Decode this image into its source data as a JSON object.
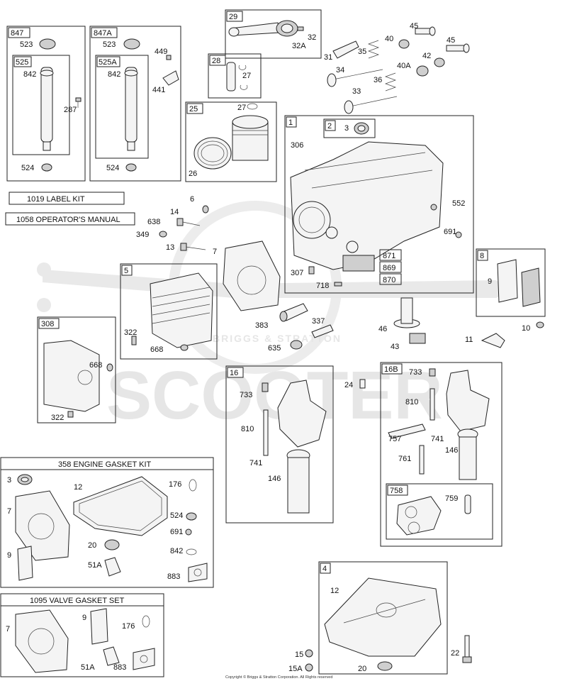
{
  "watermark": {
    "main": "SCOOTER",
    "sub": "BRIGGS & STRATTON"
  },
  "copyright": "Copyright © Briggs & Stratton Corporation. All Rights reserved",
  "groups": [
    {
      "id": "847",
      "label": "847"
    },
    {
      "id": "847A",
      "label": "847A"
    },
    {
      "id": "525",
      "label": "525"
    },
    {
      "id": "525A",
      "label": "525A"
    },
    {
      "id": "29",
      "label": "29"
    },
    {
      "id": "28",
      "label": "28"
    },
    {
      "id": "25",
      "label": "25"
    },
    {
      "id": "1",
      "label": "1"
    },
    {
      "id": "2",
      "label": "2"
    },
    {
      "id": "5",
      "label": "5"
    },
    {
      "id": "8",
      "label": "8"
    },
    {
      "id": "308",
      "label": "308"
    },
    {
      "id": "16",
      "label": "16"
    },
    {
      "id": "16B",
      "label": "16B"
    },
    {
      "id": "758",
      "label": "758"
    },
    {
      "id": "4",
      "label": "4"
    }
  ],
  "kits": [
    {
      "id": "1019",
      "title": "1019 LABEL KIT"
    },
    {
      "id": "1058",
      "title": "1058 OPERATOR'S MANUAL"
    },
    {
      "id": "358",
      "title": "358 ENGINE GASKET KIT"
    },
    {
      "id": "1095",
      "title": "1095 VALVE GASKET SET"
    }
  ],
  "callouts": [
    {
      "id": "c523a",
      "text": "523"
    },
    {
      "id": "c842a",
      "text": "842"
    },
    {
      "id": "c287",
      "text": "287"
    },
    {
      "id": "c524a",
      "text": "524"
    },
    {
      "id": "c523b",
      "text": "523"
    },
    {
      "id": "c449",
      "text": "449"
    },
    {
      "id": "c842b",
      "text": "842"
    },
    {
      "id": "c441",
      "text": "441"
    },
    {
      "id": "c524b",
      "text": "524"
    },
    {
      "id": "c32",
      "text": "32"
    },
    {
      "id": "c32A",
      "text": "32A"
    },
    {
      "id": "c27a",
      "text": "27"
    },
    {
      "id": "c27b",
      "text": "27"
    },
    {
      "id": "c26",
      "text": "26"
    },
    {
      "id": "c45a",
      "text": "45"
    },
    {
      "id": "c40",
      "text": "40"
    },
    {
      "id": "c45b",
      "text": "45"
    },
    {
      "id": "c31",
      "text": "31"
    },
    {
      "id": "c35",
      "text": "35"
    },
    {
      "id": "c42",
      "text": "42"
    },
    {
      "id": "c34",
      "text": "34"
    },
    {
      "id": "c40A",
      "text": "40A"
    },
    {
      "id": "c36",
      "text": "36"
    },
    {
      "id": "c33",
      "text": "33"
    },
    {
      "id": "c3a",
      "text": "3"
    },
    {
      "id": "c306",
      "text": "306"
    },
    {
      "id": "c552",
      "text": "552"
    },
    {
      "id": "c691a",
      "text": "691"
    },
    {
      "id": "c871",
      "text": "871"
    },
    {
      "id": "c869",
      "text": "869"
    },
    {
      "id": "c870",
      "text": "870"
    },
    {
      "id": "c307",
      "text": "307"
    },
    {
      "id": "c718",
      "text": "718"
    },
    {
      "id": "c6",
      "text": "6"
    },
    {
      "id": "c14",
      "text": "14"
    },
    {
      "id": "c638",
      "text": "638"
    },
    {
      "id": "c349",
      "text": "349"
    },
    {
      "id": "c13",
      "text": "13"
    },
    {
      "id": "c7a",
      "text": "7"
    },
    {
      "id": "c9a",
      "text": "9"
    },
    {
      "id": "c322a",
      "text": "322"
    },
    {
      "id": "c668a",
      "text": "668"
    },
    {
      "id": "c383",
      "text": "383"
    },
    {
      "id": "c337",
      "text": "337"
    },
    {
      "id": "c635",
      "text": "635"
    },
    {
      "id": "c46",
      "text": "46"
    },
    {
      "id": "c43",
      "text": "43"
    },
    {
      "id": "c11",
      "text": "11"
    },
    {
      "id": "c10",
      "text": "10"
    },
    {
      "id": "c668b",
      "text": "668"
    },
    {
      "id": "c322b",
      "text": "322"
    },
    {
      "id": "c733a",
      "text": "733"
    },
    {
      "id": "c810a",
      "text": "810"
    },
    {
      "id": "c741a",
      "text": "741"
    },
    {
      "id": "c146a",
      "text": "146"
    },
    {
      "id": "c24",
      "text": "24"
    },
    {
      "id": "c733b",
      "text": "733"
    },
    {
      "id": "c810b",
      "text": "810"
    },
    {
      "id": "c757",
      "text": "757"
    },
    {
      "id": "c741b",
      "text": "741"
    },
    {
      "id": "c146b",
      "text": "146"
    },
    {
      "id": "c761",
      "text": "761"
    },
    {
      "id": "c759",
      "text": "759"
    },
    {
      "id": "k3",
      "text": "3"
    },
    {
      "id": "k12a",
      "text": "12"
    },
    {
      "id": "k176a",
      "text": "176"
    },
    {
      "id": "k7b",
      "text": "7"
    },
    {
      "id": "k524",
      "text": "524"
    },
    {
      "id": "k691",
      "text": "691"
    },
    {
      "id": "k20a",
      "text": "20"
    },
    {
      "id": "k842",
      "text": "842"
    },
    {
      "id": "k9b",
      "text": "9"
    },
    {
      "id": "k51Aa",
      "text": "51A"
    },
    {
      "id": "k883a",
      "text": "883"
    },
    {
      "id": "v7",
      "text": "7"
    },
    {
      "id": "v9",
      "text": "9"
    },
    {
      "id": "v176",
      "text": "176"
    },
    {
      "id": "v51A",
      "text": "51A"
    },
    {
      "id": "v883",
      "text": "883"
    },
    {
      "id": "c12b",
      "text": "12"
    },
    {
      "id": "c15",
      "text": "15"
    },
    {
      "id": "c15A",
      "text": "15A"
    },
    {
      "id": "c20b",
      "text": "20"
    },
    {
      "id": "c22",
      "text": "22"
    }
  ]
}
